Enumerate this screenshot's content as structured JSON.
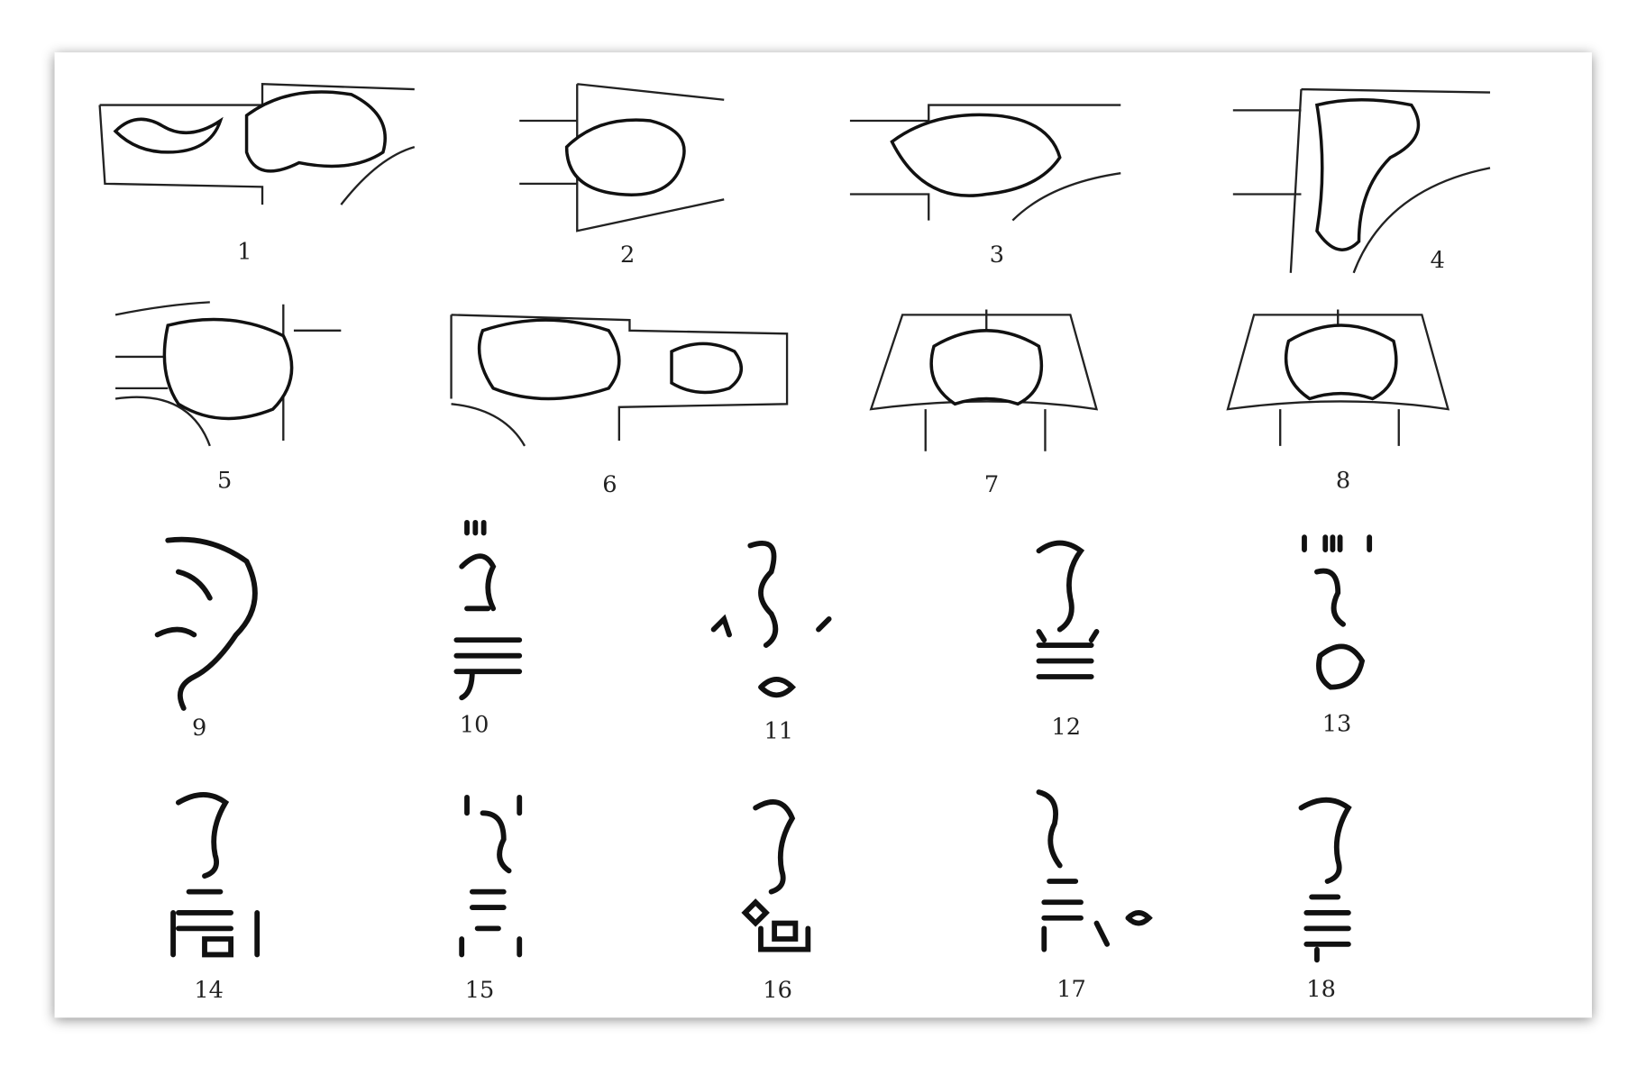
{
  "figure": {
    "labels": [
      "1",
      "2",
      "3",
      "4",
      "5",
      "6",
      "7",
      "8",
      "9",
      "10",
      "11",
      "12",
      "13",
      "14",
      "15",
      "16",
      "17",
      "18"
    ]
  }
}
